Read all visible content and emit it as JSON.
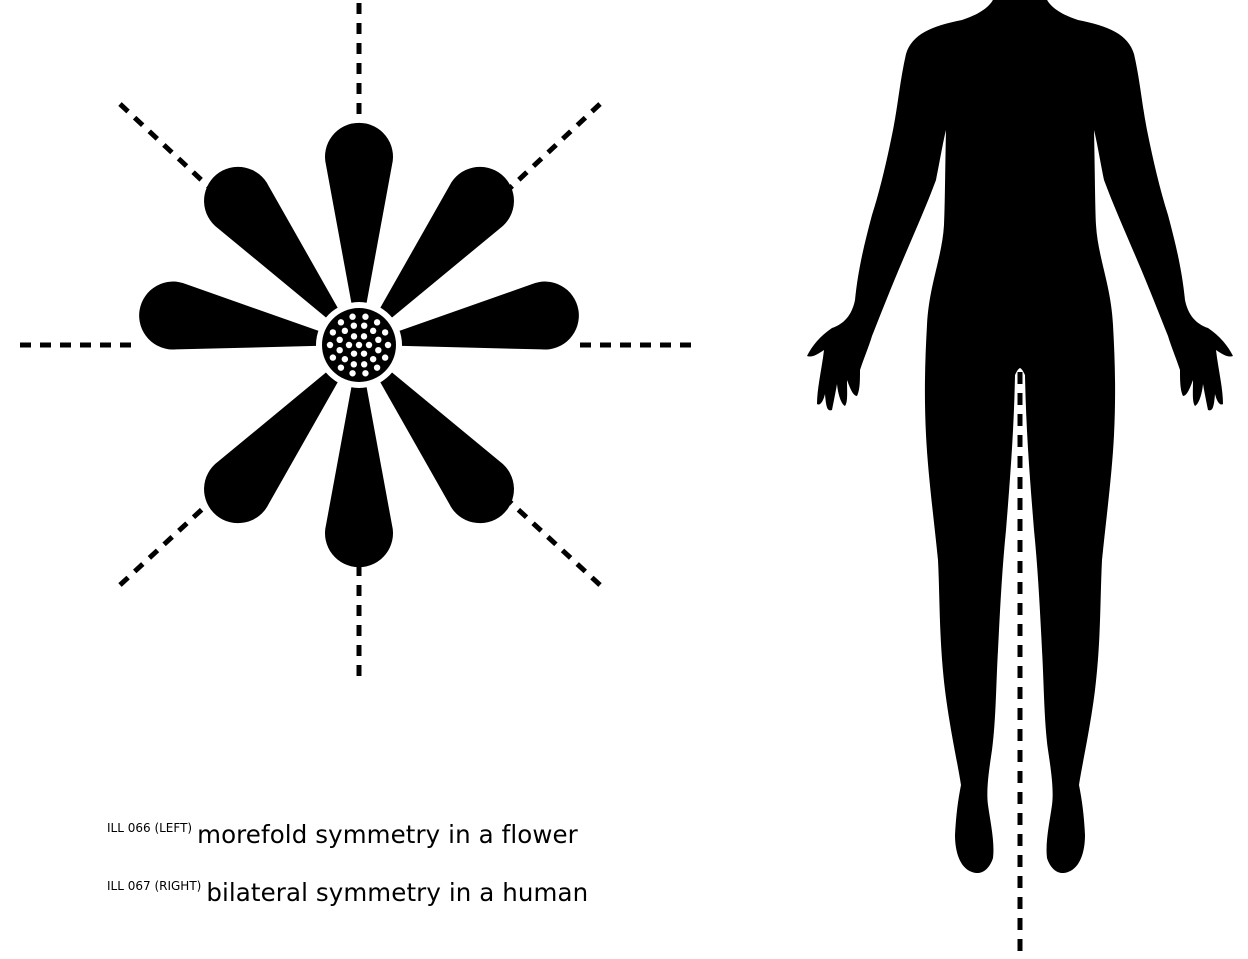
{
  "colors": {
    "ink": "#000000",
    "paper": "#ffffff"
  },
  "figure": {
    "left": {
      "subject": "flower",
      "petal_count": 8,
      "symmetry_axes": 4
    },
    "right": {
      "subject": "human",
      "symmetry_axes": 1
    }
  },
  "captions": [
    {
      "tag": "ILL 066 (LEFT)",
      "text": "morefold symmetry in a flower"
    },
    {
      "tag": "ILL 067 (RIGHT)",
      "text": "bilateral symmetry in a human"
    }
  ]
}
